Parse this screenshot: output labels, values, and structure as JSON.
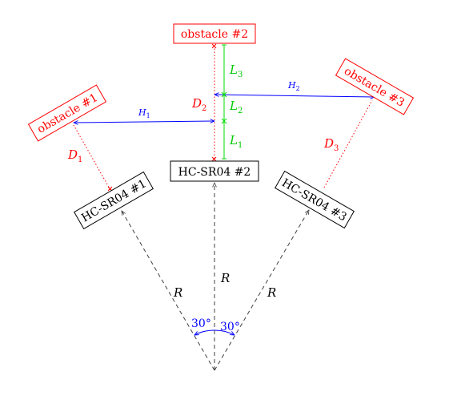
{
  "sensors": [
    {
      "label": "HC-SR04 #1"
    },
    {
      "label": "HC-SR04 #2"
    },
    {
      "label": "HC-SR04 #3"
    }
  ],
  "obstacles": [
    {
      "label": "obstacle #1"
    },
    {
      "label": "obstacle #2"
    },
    {
      "label": "obstacle #3"
    }
  ],
  "radius_labels": [
    "R",
    "R",
    "R"
  ],
  "distance_labels": [
    {
      "sym": "D",
      "sub": "1"
    },
    {
      "sym": "D",
      "sub": "2"
    },
    {
      "sym": "D",
      "sub": "3"
    }
  ],
  "horizontal_labels": [
    {
      "sym": "H",
      "sub": "1"
    },
    {
      "sym": "H",
      "sub": "2"
    }
  ],
  "segment_labels": [
    {
      "sym": "L",
      "sub": "1"
    },
    {
      "sym": "L",
      "sub": "2"
    },
    {
      "sym": "L",
      "sub": "3"
    }
  ],
  "angle_labels": [
    "30°",
    "30°"
  ],
  "colors": {
    "radius": "#404040",
    "distance": "#ff0000",
    "horizontal": "#0000ff",
    "segment": "#00dd00",
    "angle": "#0000ff",
    "obstacle": "#ff0000",
    "sensor": "#000000"
  }
}
